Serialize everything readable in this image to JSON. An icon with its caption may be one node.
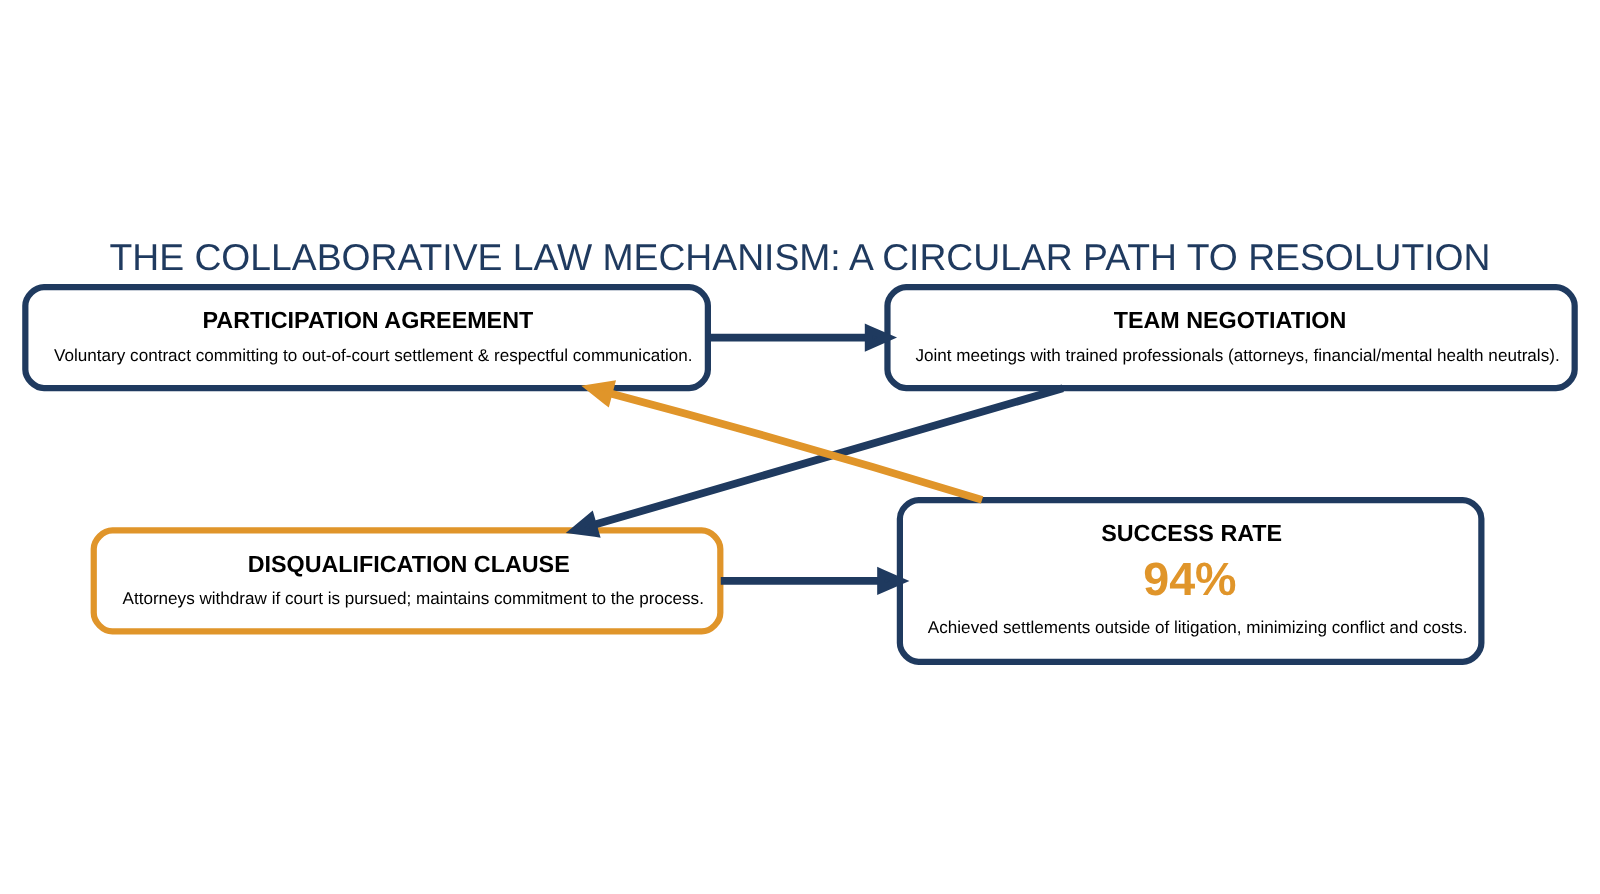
{
  "diagram": {
    "title": "THE COLLABORATIVE LAW MECHANISM: A CIRCULAR PATH TO RESOLUTION",
    "nodes": [
      {
        "text": [
          "PARTICIPATION AGREEMENT",
          "Voluntary contract committing to out-of-court settlement & respectful communication."
        ]
      },
      {
        "text": [
          "TEAM NEGOTIATION",
          "Joint meetings with trained professionals (attorneys, financial/mental health neutrals)."
        ]
      },
      {
        "text": [
          "SUCCESS RATE",
          "94%",
          "Achieved settlements outside of litigation, minimizing conflict and costs."
        ]
      },
      {
        "text": [
          "DISQUALIFICATION CLAUSE",
          "Attorneys withdraw if court is pursued; maintains commitment to the process."
        ]
      }
    ],
    "edges": [
      {
        "from": 0,
        "to": 1,
        "arrow": "to"
      },
      {
        "from": 1,
        "to": 3,
        "arrow": "to"
      },
      {
        "from": 3,
        "to": 2,
        "arrow": "to"
      },
      {
        "from": 2,
        "to": 0,
        "arrow": "to",
        "color": "#e0952a"
      }
    ]
  }
}
